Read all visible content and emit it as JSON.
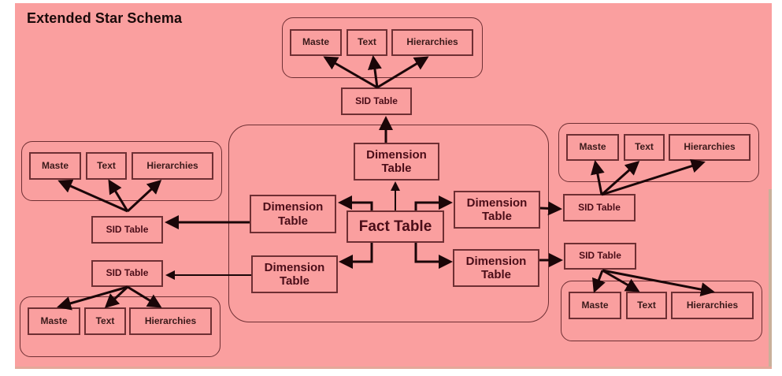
{
  "title": "Extended Star Schema",
  "colors": {
    "background": "#fa9f9f",
    "border": "#6e2f33",
    "arrow": "#1a0608",
    "text": "#3a0d14"
  },
  "fact_table": {
    "label": "Fact Table"
  },
  "dimension_tables": [
    {
      "id": "top",
      "label": "Dimension Table"
    },
    {
      "id": "left-upper",
      "label": "Dimension Table"
    },
    {
      "id": "left-lower",
      "label": "Dimension Table"
    },
    {
      "id": "right-upper",
      "label": "Dimension Table"
    },
    {
      "id": "right-lower",
      "label": "Dimension Table"
    }
  ],
  "sid_tables": [
    {
      "id": "top",
      "label": "SID Table"
    },
    {
      "id": "left-upper",
      "label": "SID Table"
    },
    {
      "id": "left-lower",
      "label": "SID Table"
    },
    {
      "id": "right-upper",
      "label": "SID Table"
    },
    {
      "id": "right-lower",
      "label": "SID Table"
    }
  ],
  "master_data_groups": [
    {
      "id": "top",
      "items": [
        "Maste",
        "Text",
        "Hierarchies"
      ]
    },
    {
      "id": "left-upper",
      "items": [
        "Maste",
        "Text",
        "Hierarchies"
      ]
    },
    {
      "id": "left-lower",
      "items": [
        "Maste",
        "Text",
        "Hierarchies"
      ]
    },
    {
      "id": "right-upper",
      "items": [
        "Maste",
        "Text",
        "Hierarchies"
      ]
    },
    {
      "id": "right-lower",
      "items": [
        "Maste",
        "Text",
        "Hierarchies"
      ]
    }
  ]
}
